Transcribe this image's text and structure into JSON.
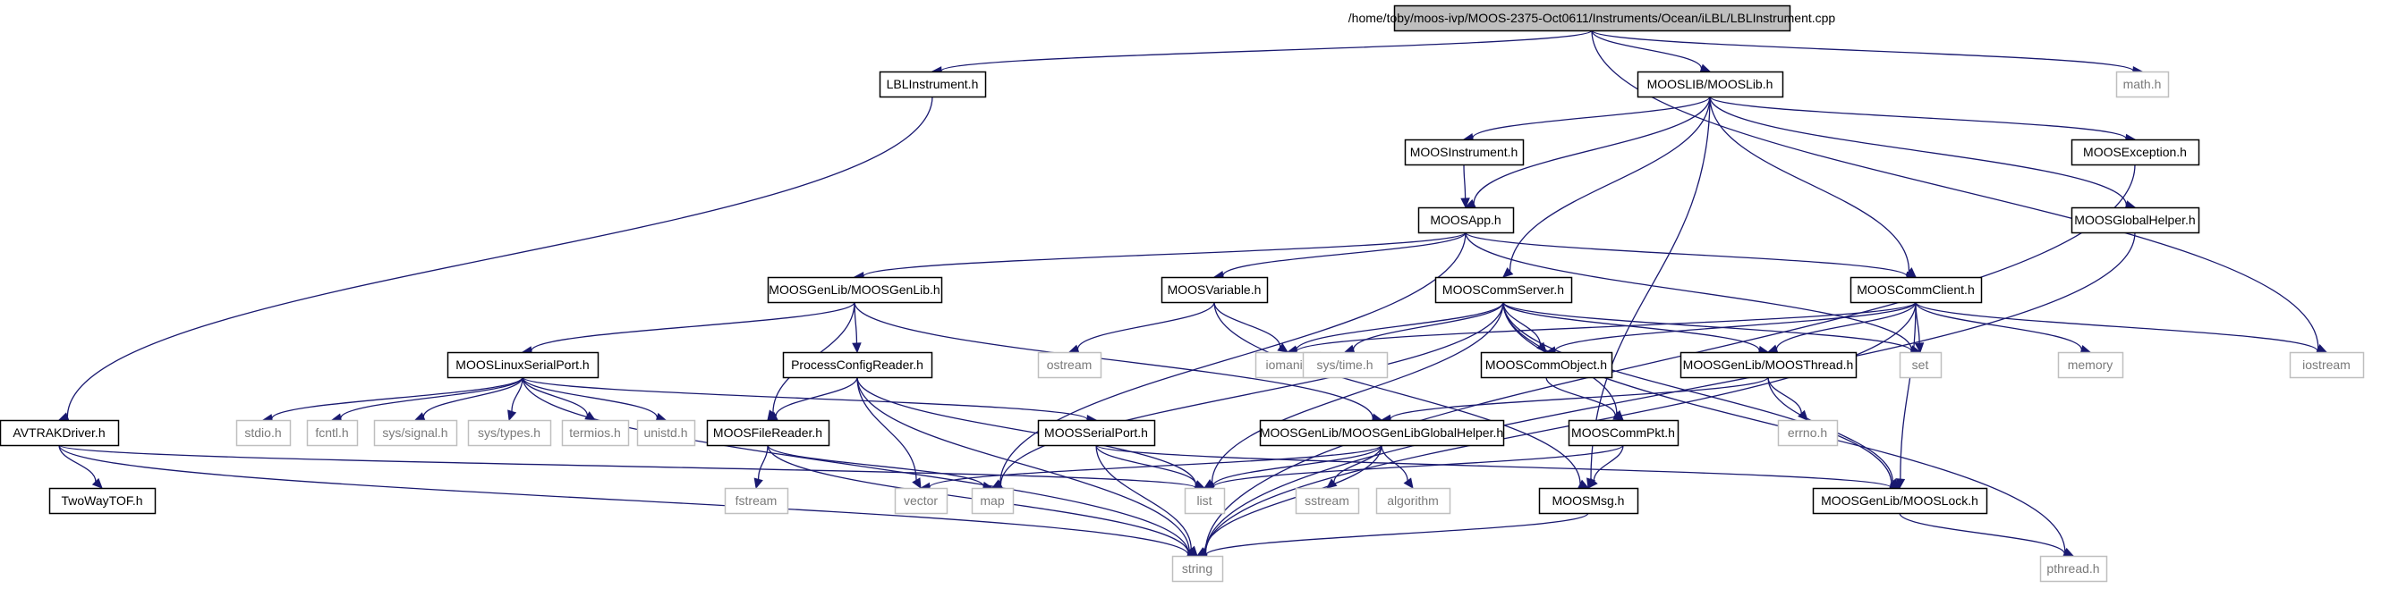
{
  "diagram": {
    "type": "include-dependency-graph",
    "colors": {
      "edge": "#191970",
      "root_fill": "#bfbfbf",
      "node_border": "#000000",
      "external_border": "#bfbfbf",
      "external_text": "#7a7a7a"
    },
    "nodes": [
      {
        "id": "root",
        "label": "/home/toby/moos-ivp/MOOS-2375-Oct0611/Instruments/Ocean/iLBL/LBLInstrument.cpp",
        "kind": "root"
      },
      {
        "id": "lblinst",
        "label": "LBLInstrument.h",
        "kind": "file"
      },
      {
        "id": "moosLib",
        "label": "MOOSLIB/MOOSLib.h",
        "kind": "file"
      },
      {
        "id": "math",
        "label": "math.h",
        "kind": "external"
      },
      {
        "id": "iostream",
        "label": "iostream",
        "kind": "external"
      },
      {
        "id": "moosInstr",
        "label": "MOOSInstrument.h",
        "kind": "file"
      },
      {
        "id": "moosExc",
        "label": "MOOSException.h",
        "kind": "file"
      },
      {
        "id": "moosApp",
        "label": "MOOSApp.h",
        "kind": "file"
      },
      {
        "id": "moosGH",
        "label": "MOOSGlobalHelper.h",
        "kind": "file"
      },
      {
        "id": "genLib",
        "label": "MOOSGenLib/MOOSGenLib.h",
        "kind": "file"
      },
      {
        "id": "moosVar",
        "label": "MOOSVariable.h",
        "kind": "file"
      },
      {
        "id": "commServer",
        "label": "MOOSCommServer.h",
        "kind": "file"
      },
      {
        "id": "commClient",
        "label": "MOOSCommClient.h",
        "kind": "file"
      },
      {
        "id": "linuxSerial",
        "label": "MOOSLinuxSerialPort.h",
        "kind": "file"
      },
      {
        "id": "procCfg",
        "label": "ProcessConfigReader.h",
        "kind": "file"
      },
      {
        "id": "ostream",
        "label": "ostream",
        "kind": "external"
      },
      {
        "id": "iomanip",
        "label": "iomanip",
        "kind": "external"
      },
      {
        "id": "systime",
        "label": "sys/time.h",
        "kind": "external"
      },
      {
        "id": "commObj",
        "label": "MOOSCommObject.h",
        "kind": "file"
      },
      {
        "id": "moosThread",
        "label": "MOOSGenLib/MOOSThread.h",
        "kind": "file"
      },
      {
        "id": "set",
        "label": "set",
        "kind": "external"
      },
      {
        "id": "memory",
        "label": "memory",
        "kind": "external"
      },
      {
        "id": "avtrak",
        "label": "AVTRAKDriver.h",
        "kind": "file"
      },
      {
        "id": "stdio",
        "label": "stdio.h",
        "kind": "external"
      },
      {
        "id": "fcntl",
        "label": "fcntl.h",
        "kind": "external"
      },
      {
        "id": "syssignal",
        "label": "sys/signal.h",
        "kind": "external"
      },
      {
        "id": "systypes",
        "label": "sys/types.h",
        "kind": "external"
      },
      {
        "id": "termios",
        "label": "termios.h",
        "kind": "external"
      },
      {
        "id": "unistd",
        "label": "unistd.h",
        "kind": "external"
      },
      {
        "id": "fileReader",
        "label": "MOOSFileReader.h",
        "kind": "file"
      },
      {
        "id": "serialPort",
        "label": "MOOSSerialPort.h",
        "kind": "file"
      },
      {
        "id": "genGlobal",
        "label": "MOOSGenLib/MOOSGenLibGlobalHelper.h",
        "kind": "file"
      },
      {
        "id": "commPkt",
        "label": "MOOSCommPkt.h",
        "kind": "file"
      },
      {
        "id": "errno",
        "label": "errno.h",
        "kind": "external"
      },
      {
        "id": "twoWay",
        "label": "TwoWayTOF.h",
        "kind": "file"
      },
      {
        "id": "fstream",
        "label": "fstream",
        "kind": "external"
      },
      {
        "id": "vector",
        "label": "vector",
        "kind": "external"
      },
      {
        "id": "map",
        "label": "map",
        "kind": "external"
      },
      {
        "id": "list",
        "label": "list",
        "kind": "external"
      },
      {
        "id": "sstream",
        "label": "sstream",
        "kind": "external"
      },
      {
        "id": "algorithm",
        "label": "algorithm",
        "kind": "external"
      },
      {
        "id": "moosMsg",
        "label": "MOOSMsg.h",
        "kind": "file"
      },
      {
        "id": "moosLock",
        "label": "MOOSGenLib/MOOSLock.h",
        "kind": "file"
      },
      {
        "id": "string",
        "label": "string",
        "kind": "external"
      },
      {
        "id": "pthread",
        "label": "pthread.h",
        "kind": "external"
      }
    ],
    "edges": [
      [
        "root",
        "lblinst"
      ],
      [
        "root",
        "moosLib"
      ],
      [
        "root",
        "math"
      ],
      [
        "root",
        "iostream"
      ],
      [
        "lblinst",
        "avtrak"
      ],
      [
        "moosLib",
        "moosInstr"
      ],
      [
        "moosLib",
        "moosApp"
      ],
      [
        "moosLib",
        "moosExc"
      ],
      [
        "moosLib",
        "moosGH"
      ],
      [
        "moosLib",
        "commServer"
      ],
      [
        "moosLib",
        "commClient"
      ],
      [
        "moosLib",
        "moosMsg"
      ],
      [
        "moosInstr",
        "moosApp"
      ],
      [
        "moosExc",
        "string"
      ],
      [
        "moosGH",
        "string"
      ],
      [
        "moosApp",
        "genLib"
      ],
      [
        "moosApp",
        "moosVar"
      ],
      [
        "moosApp",
        "commClient"
      ],
      [
        "moosApp",
        "set"
      ],
      [
        "moosApp",
        "map"
      ],
      [
        "genLib",
        "linuxSerial"
      ],
      [
        "genLib",
        "procCfg"
      ],
      [
        "genLib",
        "fileReader"
      ],
      [
        "genLib",
        "genGlobal"
      ],
      [
        "moosVar",
        "ostream"
      ],
      [
        "moosVar",
        "iomanip"
      ],
      [
        "moosVar",
        "moosMsg"
      ],
      [
        "commServer",
        "iomanip"
      ],
      [
        "commServer",
        "systime"
      ],
      [
        "commServer",
        "commObj"
      ],
      [
        "commServer",
        "moosThread"
      ],
      [
        "commServer",
        "set"
      ],
      [
        "commServer",
        "moosLock"
      ],
      [
        "commServer",
        "list"
      ],
      [
        "commServer",
        "map"
      ],
      [
        "commServer",
        "commPkt"
      ],
      [
        "commServer",
        "pthread"
      ],
      [
        "commClient",
        "commObj"
      ],
      [
        "commClient",
        "moosThread"
      ],
      [
        "commClient",
        "set"
      ],
      [
        "commClient",
        "memory"
      ],
      [
        "commClient",
        "iostream"
      ],
      [
        "commClient",
        "iomanip"
      ],
      [
        "commClient",
        "moosLock"
      ],
      [
        "commClient",
        "string"
      ],
      [
        "linuxSerial",
        "stdio"
      ],
      [
        "linuxSerial",
        "fcntl"
      ],
      [
        "linuxSerial",
        "syssignal"
      ],
      [
        "linuxSerial",
        "systypes"
      ],
      [
        "linuxSerial",
        "termios"
      ],
      [
        "linuxSerial",
        "unistd"
      ],
      [
        "linuxSerial",
        "serialPort"
      ],
      [
        "linuxSerial",
        "string"
      ],
      [
        "procCfg",
        "fileReader"
      ],
      [
        "procCfg",
        "vector"
      ],
      [
        "procCfg",
        "list"
      ],
      [
        "procCfg",
        "string"
      ],
      [
        "commObj",
        "commPkt"
      ],
      [
        "moosThread",
        "errno"
      ],
      [
        "moosThread",
        "moosLock"
      ],
      [
        "moosThread",
        "genGlobal"
      ],
      [
        "avtrak",
        "twoWay"
      ],
      [
        "avtrak",
        "list"
      ],
      [
        "avtrak",
        "string"
      ],
      [
        "fileReader",
        "fstream"
      ],
      [
        "fileReader",
        "map"
      ],
      [
        "fileReader",
        "string"
      ],
      [
        "serialPort",
        "list"
      ],
      [
        "serialPort",
        "string"
      ],
      [
        "serialPort",
        "moosLock"
      ],
      [
        "genGlobal",
        "vector"
      ],
      [
        "genGlobal",
        "list"
      ],
      [
        "genGlobal",
        "sstream"
      ],
      [
        "genGlobal",
        "algorithm"
      ],
      [
        "genGlobal",
        "string"
      ],
      [
        "commPkt",
        "list"
      ],
      [
        "commPkt",
        "moosMsg"
      ],
      [
        "moosMsg",
        "string"
      ],
      [
        "moosLock",
        "pthread"
      ]
    ]
  }
}
